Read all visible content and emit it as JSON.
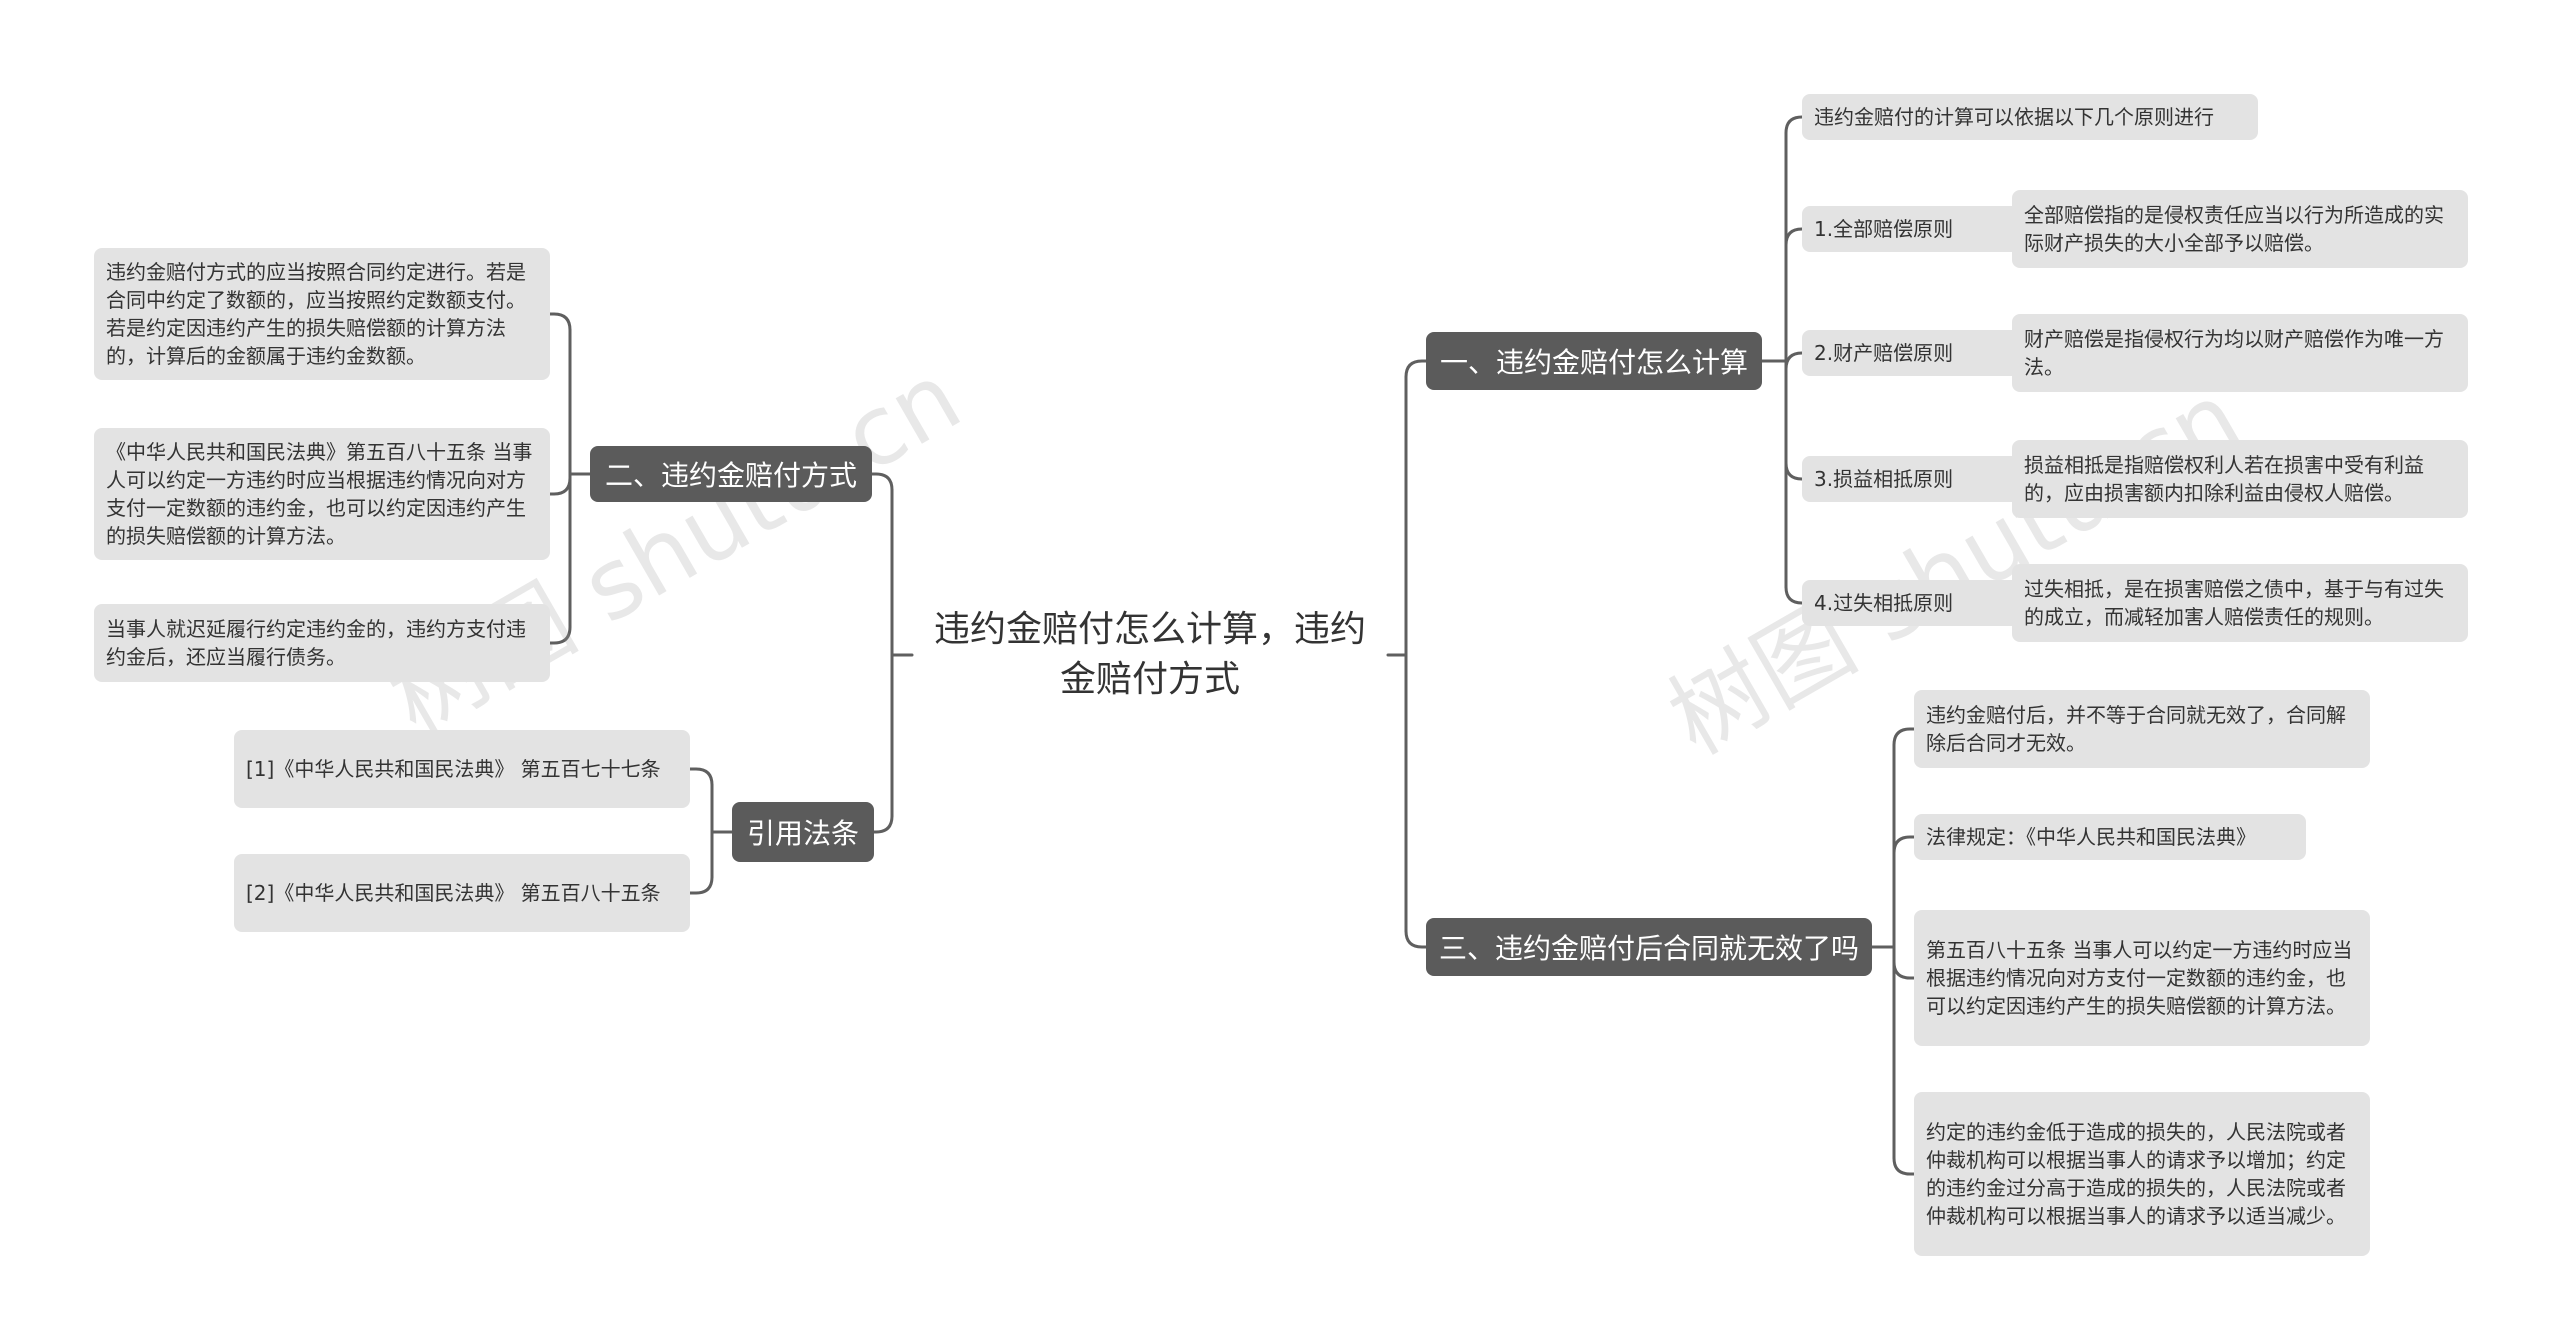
{
  "root": {
    "title": "违约金赔付怎么计算，违约金赔付方式"
  },
  "branches": {
    "calc": {
      "label": "一、违约金赔付怎么计算",
      "items": [
        {
          "label": "违约金赔付的计算可以依据以下几个原则进行"
        },
        {
          "label": "1.全部赔偿原则",
          "note": "全部赔偿指的是侵权责任应当以行为所造成的实际财产损失的大小全部予以赔偿。"
        },
        {
          "label": "2.财产赔偿原则",
          "note": "财产赔偿是指侵权行为均以财产赔偿作为唯一方法。"
        },
        {
          "label": "3.损益相抵原则",
          "note": "损益相抵是指赔偿权利人若在损害中受有利益的，应由损害额内扣除利益由侵权人赔偿。"
        },
        {
          "label": "4.过失相抵原则",
          "note": "过失相抵，是在损害赔偿之债中，基于与有过失的成立，而减轻加害人赔偿责任的规则。"
        }
      ]
    },
    "invalid": {
      "label": "三、违约金赔付后合同就无效了吗",
      "items": [
        {
          "label": "违约金赔付后，并不等于合同就无效了，合同解除后合同才无效。"
        },
        {
          "label": "法律规定：《中华人民共和国民法典》"
        },
        {
          "label": "第五百八十五条 当事人可以约定一方违约时应当根据违约情况向对方支付一定数额的违约金，也可以约定因违约产生的损失赔偿额的计算方法。"
        },
        {
          "label": "约定的违约金低于造成的损失的，人民法院或者仲裁机构可以根据当事人的请求予以增加；约定的违约金过分高于造成的损失的，人民法院或者仲裁机构可以根据当事人的请求予以适当减少。"
        }
      ]
    },
    "method": {
      "label": "二、违约金赔付方式",
      "items": [
        {
          "label": "违约金赔付方式的应当按照合同约定进行。若是合同中约定了数额的，应当按照约定数额支付。若是约定因违约产生的损失赔偿额的计算方法的，计算后的金额属于违约金数额。"
        },
        {
          "label": "《中华人民共和国民法典》第五百八十五条 当事人可以约定一方违约时应当根据违约情况向对方支付一定数额的违约金，也可以约定因违约产生的损失赔偿额的计算方法。"
        },
        {
          "label": "当事人就迟延履行约定违约金的，违约方支付违约金后，还应当履行债务。"
        }
      ]
    },
    "refs": {
      "label": "引用法条",
      "items": [
        {
          "label": "[1]《中华人民共和国民法典》 第五百七十七条"
        },
        {
          "label": "[2]《中华人民共和国民法典》 第五百八十五条"
        }
      ]
    }
  },
  "watermark": {
    "text": "树图 shutu.cn"
  },
  "colors": {
    "branch_bg": "#5b5b5b",
    "leaf_bg": "#e3e3e3",
    "line": "#5f5f5f",
    "text": "#333333"
  }
}
